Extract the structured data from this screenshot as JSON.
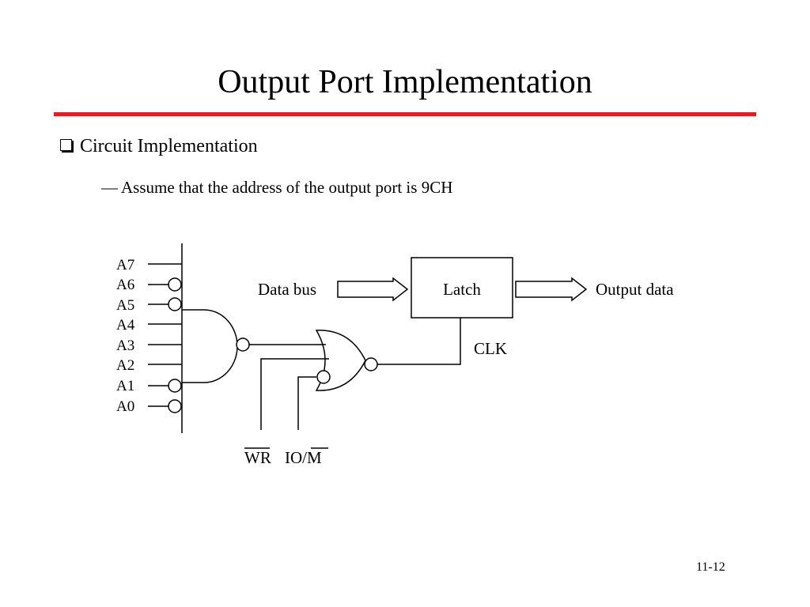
{
  "slide": {
    "title": "Output Port Implementation",
    "accent_color": "#e51c23",
    "bullet": "Circuit Implementation",
    "sub_bullet": "Assume that the address of the output port is 9CH",
    "page_number": "11-12"
  },
  "diagram": {
    "address_lines": [
      "A7",
      "A6",
      "A5",
      "A4",
      "A3",
      "A2",
      "A1",
      "A0"
    ],
    "data_bus_label": "Data bus",
    "latch_label": "Latch",
    "output_label": "Output data",
    "clock_label": "CLK",
    "write_signal": "WR",
    "io_signal_prefix": "IO/",
    "io_signal_suffix": "M"
  }
}
